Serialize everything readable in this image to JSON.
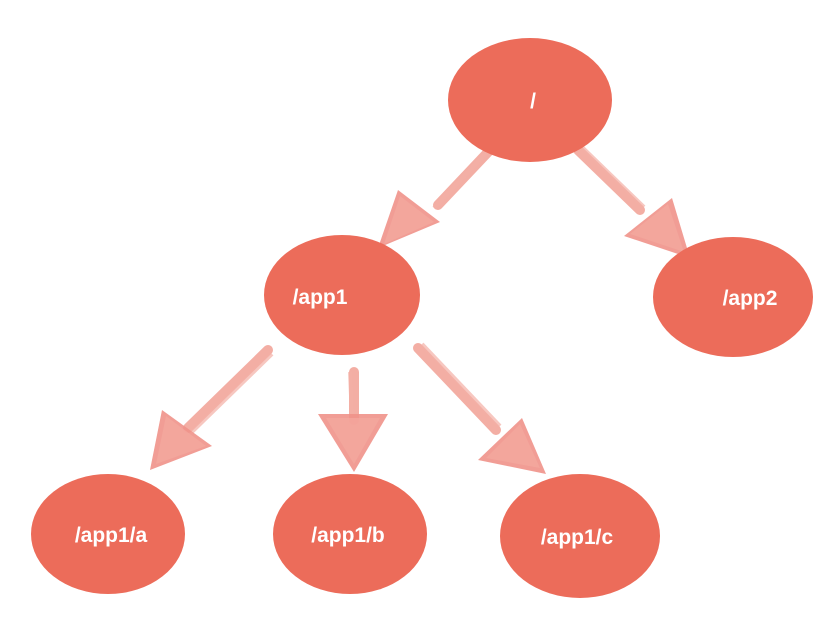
{
  "colors": {
    "node_fill": "#ec6c5a",
    "edge_stroke": "#f2a095",
    "edge_arrow": "#f0928a",
    "label_text": "#ffffff",
    "background": "#ffffff"
  },
  "nodes": {
    "root": {
      "label": "/"
    },
    "app1": {
      "label": "/app1"
    },
    "app2": {
      "label": "/app2"
    },
    "app1_a": {
      "label": "/app1/a"
    },
    "app1_b": {
      "label": "/app1/b"
    },
    "app1_c": {
      "label": "/app1/c"
    }
  },
  "edges": [
    {
      "from": "root",
      "to": "app1"
    },
    {
      "from": "root",
      "to": "app2"
    },
    {
      "from": "app1",
      "to": "app1_a"
    },
    {
      "from": "app1",
      "to": "app1_b"
    },
    {
      "from": "app1",
      "to": "app1_c"
    }
  ]
}
